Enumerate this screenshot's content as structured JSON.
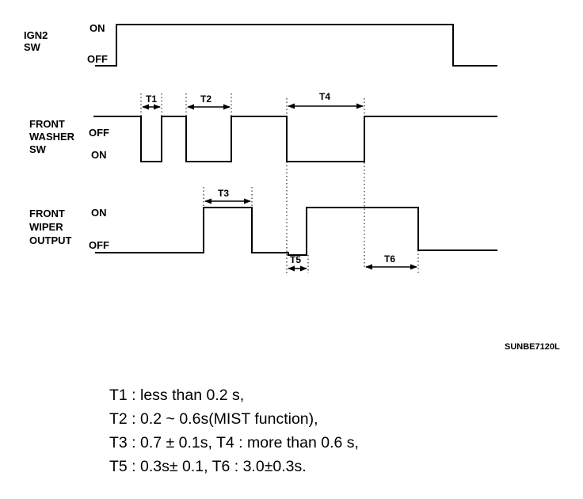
{
  "signals": {
    "ign2": {
      "name_line1": "IGN2",
      "name_line2": "SW",
      "on": "ON",
      "off": "OFF"
    },
    "washer": {
      "name_line1": "FRONT",
      "name_line2": "WASHER",
      "name_line3": "SW",
      "off": "OFF",
      "on": "ON"
    },
    "wiper": {
      "name_line1": "FRONT",
      "name_line2": "WIPER",
      "name_line3": "OUTPUT",
      "on": "ON",
      "off": "OFF"
    }
  },
  "timings": {
    "t1": "T1",
    "t2": "T2",
    "t3": "T3",
    "t4": "T4",
    "t5": "T5",
    "t6": "T6"
  },
  "code": "SUNBE7120L",
  "notes": [
    "T1 : less than 0.2 s,",
    "T2 : 0.2 ~ 0.6s(MIST function),",
    "T3 : 0.7 ± 0.1s, T4 : more than 0.6 s,",
    "T5 : 0.3s± 0.1, T6 : 3.0±0.3s."
  ]
}
